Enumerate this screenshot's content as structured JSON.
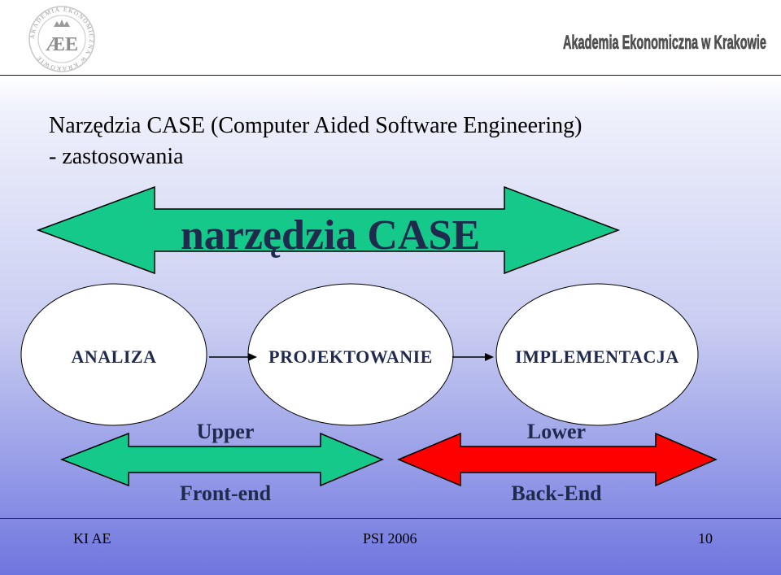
{
  "header": {
    "logo_letters": "ÆE",
    "logo_ring_text": "AKADEMIA EKONOMICZNA W KRAKOWIE",
    "brand_text": "Akademia Ekonomiczna w Krakowie"
  },
  "title": {
    "line1": "Narzędzia CASE (Computer Aided Software Engineering)",
    "line2": "- zastosowania"
  },
  "diagram": {
    "main_arrow_label": "narzędzia CASE",
    "stages": [
      "ANALIZA",
      "PROJEKTOWANIE",
      "IMPLEMENTACJA"
    ],
    "upper": {
      "top_label": "Upper",
      "bottom_label": "Front-end"
    },
    "lower": {
      "top_label": "Lower",
      "bottom_label": "Back-End"
    },
    "colors": {
      "green": "#14c98a",
      "red": "#ff0000",
      "ellipse": "#ffffff",
      "text": "#1f2a4d"
    }
  },
  "footer": {
    "left": "KI AE",
    "center": "PSI 2006",
    "right": "10"
  }
}
